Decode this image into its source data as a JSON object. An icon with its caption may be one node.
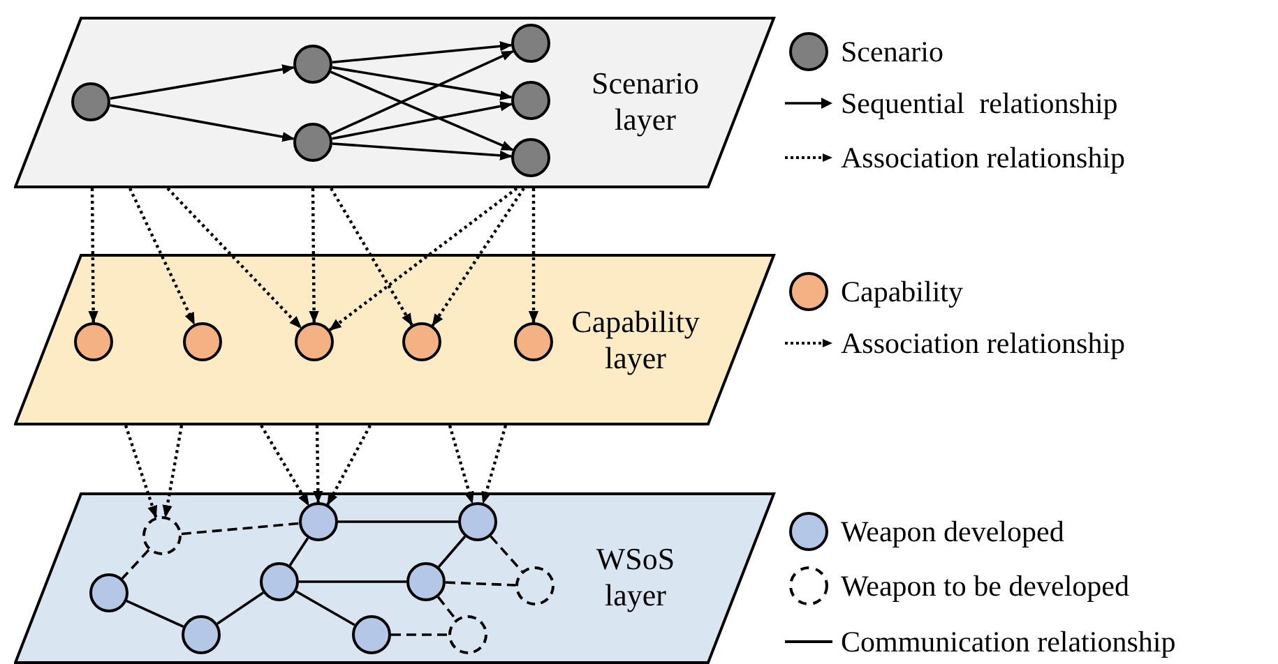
{
  "diagram": {
    "nodes": [
      {
        "text": [
          "Scenario layer"
        ]
      },
      {
        "text": [],
        "shape": "circle",
        "in": 0
      },
      {
        "text": [],
        "shape": "circle",
        "in": 0
      },
      {
        "text": [],
        "shape": "circle",
        "in": 0
      },
      {
        "text": [],
        "shape": "circle",
        "in": 0
      },
      {
        "text": [],
        "shape": "circle",
        "in": 0
      },
      {
        "text": [],
        "shape": "circle",
        "in": 0
      },
      {
        "text": [
          "Capability layer"
        ]
      },
      {
        "text": [],
        "shape": "circle",
        "in": 7
      },
      {
        "text": [],
        "shape": "circle",
        "in": 7
      },
      {
        "text": [],
        "shape": "circle",
        "in": 7
      },
      {
        "text": [],
        "shape": "circle",
        "in": 7
      },
      {
        "text": [],
        "shape": "circle",
        "in": 7
      },
      {
        "text": [
          "WSoS layer"
        ]
      },
      {
        "text": [],
        "shape": "circle",
        "in": 13
      },
      {
        "text": [],
        "shape": "circle",
        "in": 13
      },
      {
        "text": [],
        "shape": "circle",
        "in": 13
      },
      {
        "text": [],
        "shape": "circle",
        "in": 13
      },
      {
        "text": [],
        "shape": "circle",
        "in": 13
      },
      {
        "text": [],
        "shape": "circle",
        "in": 13
      },
      {
        "text": [],
        "shape": "circle",
        "in": 13
      },
      {
        "text": [],
        "shape": "circle",
        "in": 13
      },
      {
        "text": [],
        "shape": "circle",
        "in": 13
      },
      {
        "text": [],
        "shape": "circle",
        "in": 13
      }
    ],
    "edges": [
      {
        "from": 1,
        "to": 2,
        "arrow": "to"
      },
      {
        "from": 1,
        "to": 3,
        "arrow": "to"
      },
      {
        "from": 2,
        "to": 4,
        "arrow": "to"
      },
      {
        "from": 2,
        "to": 5,
        "arrow": "to"
      },
      {
        "from": 2,
        "to": 6,
        "arrow": "to"
      },
      {
        "from": 3,
        "to": 4,
        "arrow": "to"
      },
      {
        "from": 3,
        "to": 5,
        "arrow": "to"
      },
      {
        "from": 3,
        "to": 6,
        "arrow": "to"
      },
      {
        "from": 0,
        "to": 8,
        "arrow": "to",
        "style": "dashed"
      },
      {
        "from": 0,
        "to": 9,
        "arrow": "to",
        "style": "dashed"
      },
      {
        "from": 0,
        "to": 10,
        "arrow": "to",
        "style": "dashed"
      },
      {
        "from": 0,
        "to": 10,
        "arrow": "to",
        "style": "dashed"
      },
      {
        "from": 0,
        "to": 11,
        "arrow": "to",
        "style": "dashed"
      },
      {
        "from": 0,
        "to": 10,
        "arrow": "to",
        "style": "dashed"
      },
      {
        "from": 0,
        "to": 11,
        "arrow": "to",
        "style": "dashed"
      },
      {
        "from": 0,
        "to": 12,
        "arrow": "to",
        "style": "dashed"
      },
      {
        "from": 7,
        "to": 14,
        "arrow": "to",
        "style": "dashed"
      },
      {
        "from": 7,
        "to": 14,
        "arrow": "to",
        "style": "dashed"
      },
      {
        "from": 7,
        "to": 15,
        "arrow": "to",
        "style": "dashed"
      },
      {
        "from": 7,
        "to": 15,
        "arrow": "to",
        "style": "dashed"
      },
      {
        "from": 7,
        "to": 15,
        "arrow": "to",
        "style": "dashed"
      },
      {
        "from": 7,
        "to": 16,
        "arrow": "to",
        "style": "dashed"
      },
      {
        "from": 7,
        "to": 16,
        "arrow": "to",
        "style": "dashed"
      },
      {
        "from": 15,
        "to": 16,
        "arrow": "none"
      },
      {
        "from": 15,
        "to": 18,
        "arrow": "none"
      },
      {
        "from": 18,
        "to": 19,
        "arrow": "none"
      },
      {
        "from": 16,
        "to": 19,
        "arrow": "none"
      },
      {
        "from": 17,
        "to": 21,
        "arrow": "none"
      },
      {
        "from": 21,
        "to": 18,
        "arrow": "none"
      },
      {
        "from": 18,
        "to": 22,
        "arrow": "none"
      },
      {
        "from": 14,
        "to": 15,
        "arrow": "none",
        "style": "dashed"
      },
      {
        "from": 14,
        "to": 17,
        "arrow": "none",
        "style": "dashed"
      },
      {
        "from": 16,
        "to": 20,
        "arrow": "none",
        "style": "dashed"
      },
      {
        "from": 19,
        "to": 20,
        "arrow": "none",
        "style": "dashed"
      },
      {
        "from": 19,
        "to": 23,
        "arrow": "none",
        "style": "dashed"
      },
      {
        "from": 22,
        "to": 23,
        "arrow": "none",
        "style": "dashed"
      }
    ],
    "legend": [
      {
        "text": "Scenario",
        "color": "#7f7f7f"
      },
      {
        "text": "Sequential  relationship"
      },
      {
        "text": "Association relationship"
      },
      {
        "text": "Capability",
        "color": "#f4b183"
      },
      {
        "text": "Association relationship"
      },
      {
        "text": "Weapon developed",
        "color": "#b4c7e7"
      },
      {
        "text": "Weapon to be developed"
      },
      {
        "text": "Communication relationship"
      }
    ]
  }
}
